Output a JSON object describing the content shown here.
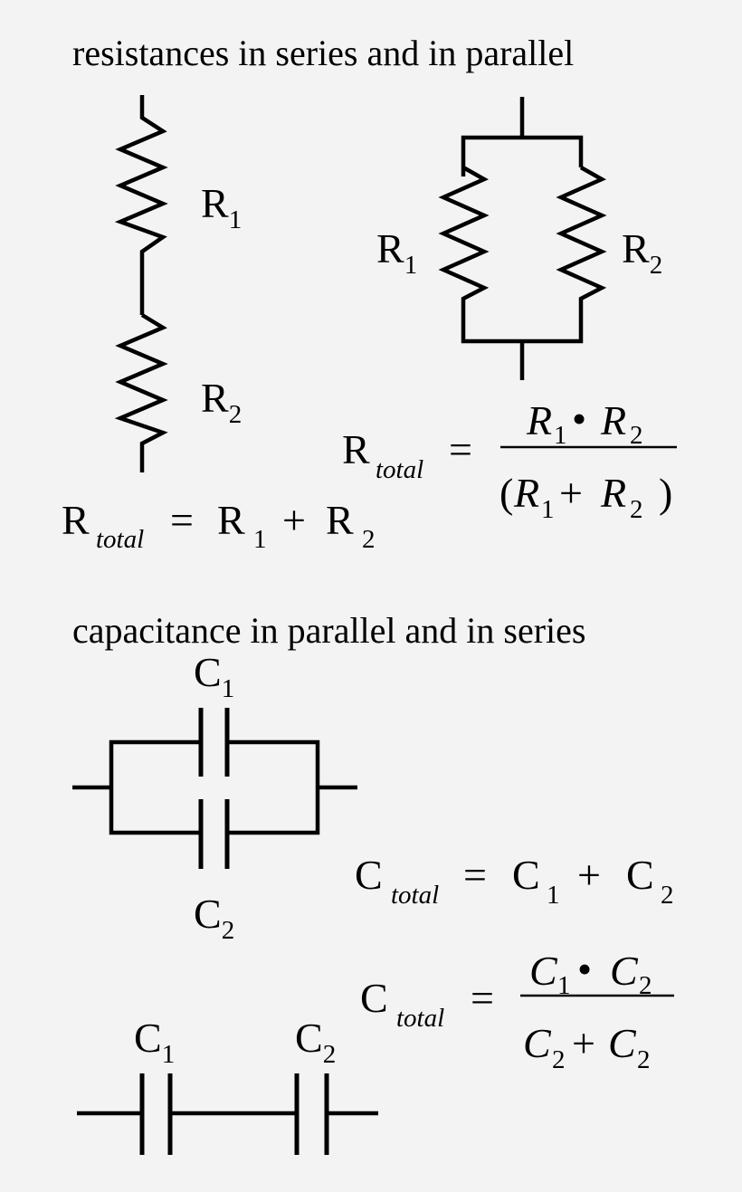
{
  "resistance": {
    "heading": "resistances in series and in parallel",
    "series": {
      "r1": "R",
      "r1_sub": "1",
      "r2": "R",
      "r2_sub": "2"
    },
    "parallel": {
      "r1": "R",
      "r1_sub": "1",
      "r2": "R",
      "r2_sub": "2"
    },
    "series_formula": {
      "lhs": "R",
      "lhs_sub": "total",
      "eq": "=",
      "t1": "R",
      "t1_sub": "1",
      "plus": "+",
      "t2": "R",
      "t2_sub": "2"
    },
    "parallel_formula": {
      "lhs": "R",
      "lhs_sub": "total",
      "eq": "=",
      "num_a": "R",
      "num_a_sub": "1",
      "dot": "•",
      "num_b": "R",
      "num_b_sub": "2",
      "lparen": "(",
      "den_a": "R",
      "den_a_sub": "1",
      "plus": "+",
      "den_b": "R",
      "den_b_sub": "2",
      "rparen": ")"
    }
  },
  "capacitance": {
    "heading": "capacitance in parallel and in series",
    "parallel": {
      "c1": "C",
      "c1_sub": "1",
      "c2": "C",
      "c2_sub": "2"
    },
    "series": {
      "c1": "C",
      "c1_sub": "1",
      "c2": "C",
      "c2_sub": "2"
    },
    "parallel_formula": {
      "lhs": "C",
      "lhs_sub": "total",
      "eq": "=",
      "t1": "C",
      "t1_sub": "1",
      "plus": "+",
      "t2": "C",
      "t2_sub": "2"
    },
    "series_formula": {
      "lhs": "C",
      "lhs_sub": "total",
      "eq": "=",
      "num_a": "C",
      "num_a_sub": "1",
      "dot": "•",
      "num_b": "C",
      "num_b_sub": "2",
      "den_a": "C",
      "den_a_sub": "2",
      "plus": "+",
      "den_b": "C",
      "den_b_sub": "2"
    }
  }
}
